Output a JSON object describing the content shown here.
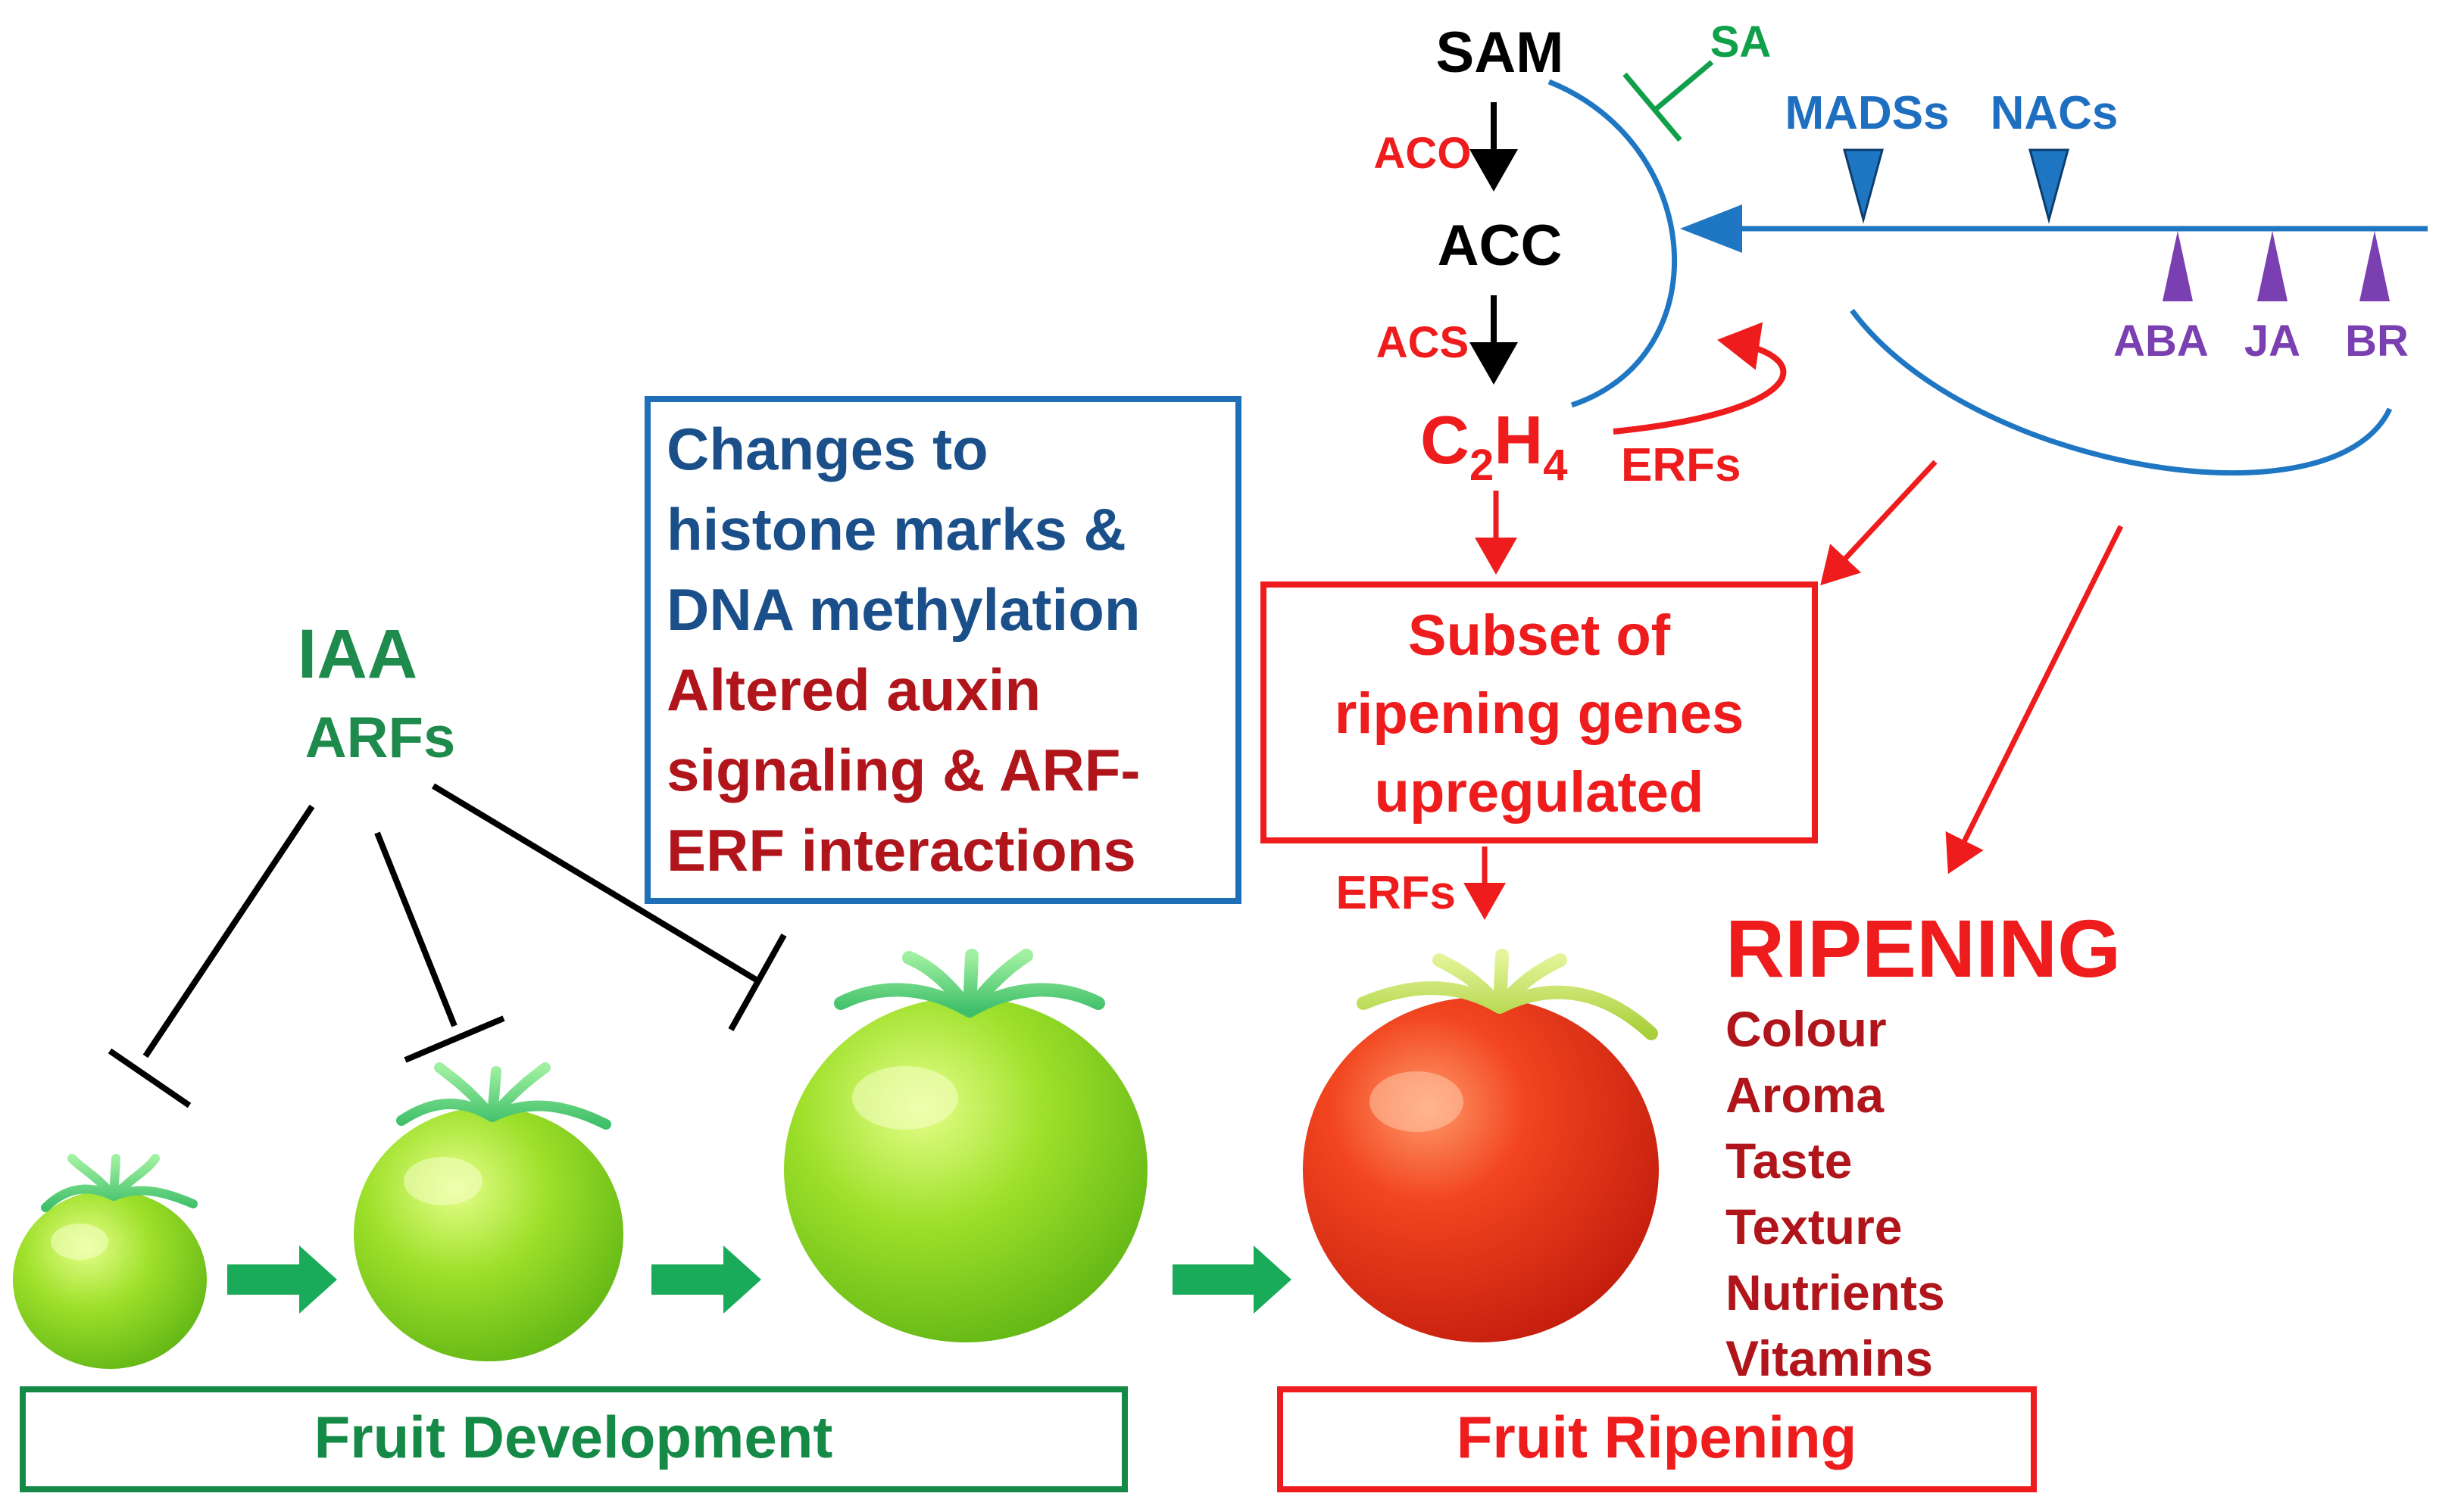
{
  "colors": {
    "black": "#000000",
    "green_text": "#1e8a4c",
    "green_arrow": "#1aab5a",
    "sa_green": "#11a04a",
    "blue_line": "#1f77c4",
    "blue_text": "#1f6fc0",
    "purple": "#7a3fb0",
    "red": "#ee1c1c",
    "dark_red": "#b0151b",
    "navy": "#1a4f8a",
    "box_blue": "#1f6fb8",
    "box_green": "#148a46",
    "tomato_red": "#e8301a",
    "tomato_green": "#8bd61f"
  },
  "pathway": {
    "sam": "SAM",
    "acc": "ACC",
    "aco": "ACO",
    "acs": "ACS",
    "ethylene_c": "C",
    "ethylene_sub2": "2",
    "ethylene_h": "H",
    "ethylene_sub4": "4",
    "erfs_loop": "ERFs",
    "sa": "SA"
  },
  "regulators": {
    "madss": "MADSs",
    "nacs": "NACs",
    "aba": "ABA",
    "ja": "JA",
    "br": "BR"
  },
  "auxin": {
    "iaa": "IAA",
    "arfs": "ARFs"
  },
  "epigenetic_box": {
    "line1": "Changes to",
    "line2": "histone marks &",
    "line3": "DNA methylation",
    "line4": "Altered auxin",
    "line5": "signaling & ARF-",
    "line6": "ERF interactions"
  },
  "subset_box": {
    "line1": "Subset of",
    "line2": "ripening genes",
    "line3": "upregulated"
  },
  "erfs_lower": "ERFs",
  "ripening": {
    "title": "RIPENING",
    "traits": [
      "Colour",
      "Aroma",
      "Taste",
      "Texture",
      "Nutrients",
      "Vitamins"
    ]
  },
  "labels": {
    "fruit_development": "Fruit Development",
    "fruit_ripening": "Fruit Ripening"
  }
}
